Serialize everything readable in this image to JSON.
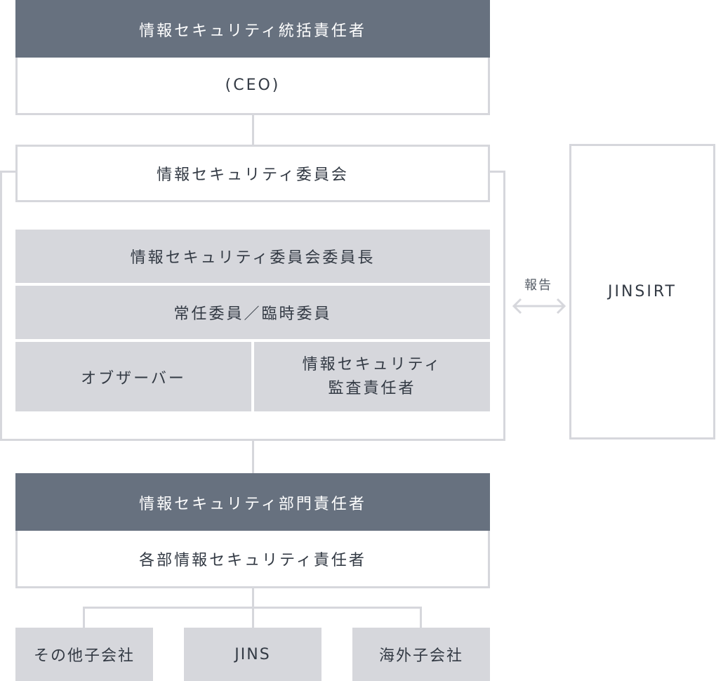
{
  "top": {
    "title": "情報セキュリティ統括責任者",
    "subtitle": "(CEO)"
  },
  "committee": {
    "title": "情報セキュリティ委員会",
    "chair": "情報セキュリティ委員会委員長",
    "members": "常任委員／臨時委員",
    "observer": "オブザーバー",
    "auditor_line1": "情報セキュリティ",
    "auditor_line2": "監査責任者"
  },
  "report": {
    "label": "報告",
    "target": "JINSIRT"
  },
  "department": {
    "title": "情報セキュリティ部門責任者",
    "subtitle": "各部情報セキュリティ責任者"
  },
  "entities": {
    "other_subsidiaries": "その他子会社",
    "jins": "JINS",
    "overseas_subsidiaries": "海外子会社"
  },
  "colors": {
    "dark_header": "#67717f",
    "gray_fill": "#d6d7dc",
    "border": "#d6d7dc",
    "text": "#333a44"
  }
}
